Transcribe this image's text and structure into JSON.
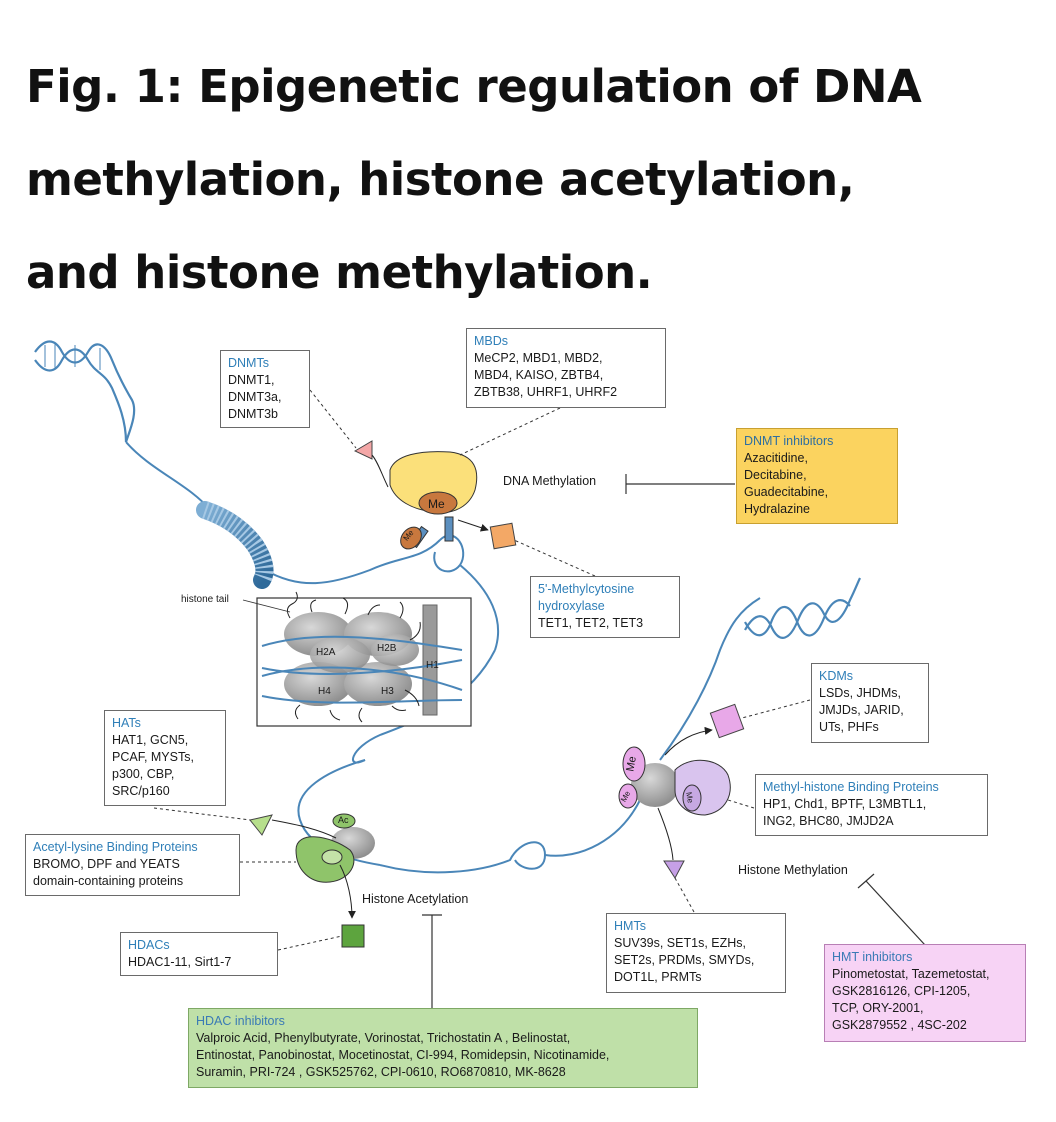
{
  "title": {
    "line1": "Fig. 1: Epigenetic regulation of DNA",
    "line2": "methylation, histone acetylation,",
    "line3": "and histone methylation."
  },
  "boxes": {
    "dnmts": {
      "header": "DNMTs",
      "lines": [
        "DNMT1,",
        "DNMT3a,",
        "DNMT3b"
      ]
    },
    "mbds": {
      "header": "MBDs",
      "lines": [
        "MeCP2, MBD1, MBD2,",
        "MBD4, KAISO, ZBTB4,",
        "ZBTB38, UHRF1, UHRF2"
      ]
    },
    "dnmt_inhibitors": {
      "header": "DNMT inhibitors",
      "lines": [
        "Azacitidine,",
        "Decitabine,",
        "Guadecitabine,",
        "Hydralazine"
      ]
    },
    "tet": {
      "header_lines": [
        "5'-Methylcytosine",
        "hydroxylase"
      ],
      "lines": [
        "TET1, TET2, TET3"
      ]
    },
    "kdms": {
      "header": "KDMs",
      "lines": [
        "LSDs, JHDMs,",
        "JMJDs, JARID,",
        "UTs, PHFs"
      ]
    },
    "methyl_binding": {
      "header": "Methyl-histone Binding Proteins",
      "lines": [
        "HP1, Chd1, BPTF, L3MBTL1,",
        "ING2, BHC80, JMJD2A"
      ]
    },
    "hats": {
      "header": "HATs",
      "lines": [
        "HAT1, GCN5,",
        "PCAF, MYSTs,",
        "p300, CBP,",
        "SRC/p160"
      ]
    },
    "acetyl_binding": {
      "header": "Acetyl-lysine Binding Proteins",
      "lines": [
        "BROMO, DPF and YEATS",
        "domain-containing proteins"
      ]
    },
    "hdacs": {
      "header": "HDACs",
      "lines": [
        "HDAC1-11, Sirt1-7"
      ]
    },
    "hmts": {
      "header": "HMTs",
      "lines": [
        "SUV39s, SET1s, EZHs,",
        "SET2s, PRDMs, SMYDs,",
        "DOT1L, PRMTs"
      ]
    },
    "hmt_inhibitors": {
      "header": "HMT inhibitors",
      "lines": [
        "Pinometostat, Tazemetostat,",
        "GSK2816126, CPI-1205,",
        "TCP, ORY-2001,",
        "GSK2879552 , 4SC-202"
      ]
    },
    "hdac_inhibitors": {
      "header": "HDAC inhibitors",
      "lines": [
        "Valproic Acid, Phenylbutyrate, Vorinostat, Trichostatin A , Belinostat,",
        "Entinostat, Panobinostat, Mocetinostat, CI-994, Romidepsin, Nicotinamide,",
        "Suramin, PRI-724 , GSK525762, CPI-0610, RO6870810, MK-8628"
      ]
    }
  },
  "labels": {
    "dna_methylation": "DNA Methylation",
    "histone_acetylation": "Histone Acetylation",
    "histone_methylation": "Histone Methylation",
    "histone_tail": "histone tail",
    "h2a": "H2A",
    "h2b": "H2B",
    "h1": "H1",
    "h4": "H4",
    "h3": "H3",
    "me": "Me",
    "ac": "Ac"
  },
  "colors": {
    "dna_strand": "#4a86b8",
    "reader_yellow": "#fbe07a",
    "reader_purple": "#d9c4ee",
    "writer_green": "#8fc46a",
    "tet_orange": "#f3a866",
    "kdm_magenta": "#e8a8e8",
    "dnmt_pink": "#f4a7a7"
  }
}
